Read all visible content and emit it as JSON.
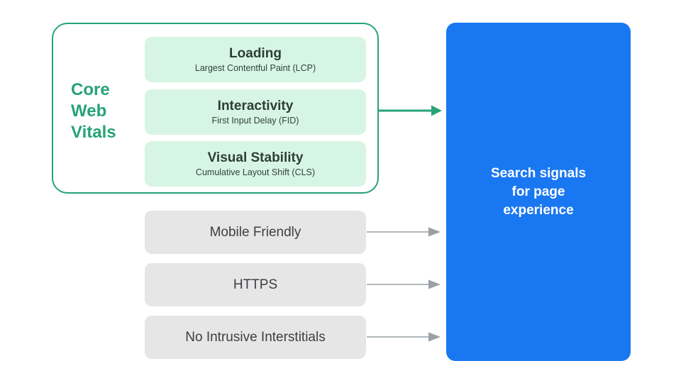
{
  "diagram": {
    "title_implicit": "Core Web Vitals and page experience search signals",
    "colors": {
      "green_accent": "#27a376",
      "green_card_bg": "#d7f5e4",
      "gray_card_bg": "#e6e6e7",
      "blue_box_bg": "#1a77f2",
      "dark_text": "#2c3e3a",
      "gray_text": "#3c4043",
      "white_text": "#ffffff",
      "gray_arrow": "#9aa0a6",
      "background": "#ffffff"
    },
    "core_web_vitals": {
      "group_label_lines": [
        "Core",
        "Web",
        "Vitals"
      ],
      "metrics": [
        {
          "title": "Loading",
          "subtitle": "Largest Contentful Paint (LCP)"
        },
        {
          "title": "Interactivity",
          "subtitle": "First Input Delay (FID)"
        },
        {
          "title": "Visual Stability",
          "subtitle": "Cumulative Layout Shift (CLS)"
        }
      ]
    },
    "other_signals": [
      {
        "title": "Mobile Friendly"
      },
      {
        "title": "HTTPS"
      },
      {
        "title": "No Intrusive Interstitials"
      }
    ],
    "destination": {
      "lines": [
        "Search signals",
        "for page",
        "experience"
      ]
    },
    "arrows": [
      {
        "name": "core-web-vitals-arrow",
        "color": "#27a376"
      },
      {
        "name": "mobile-friendly-arrow",
        "color": "#9aa0a6"
      },
      {
        "name": "https-arrow",
        "color": "#9aa0a6"
      },
      {
        "name": "no-intrusive-interstitials-arrow",
        "color": "#9aa0a6"
      }
    ]
  }
}
